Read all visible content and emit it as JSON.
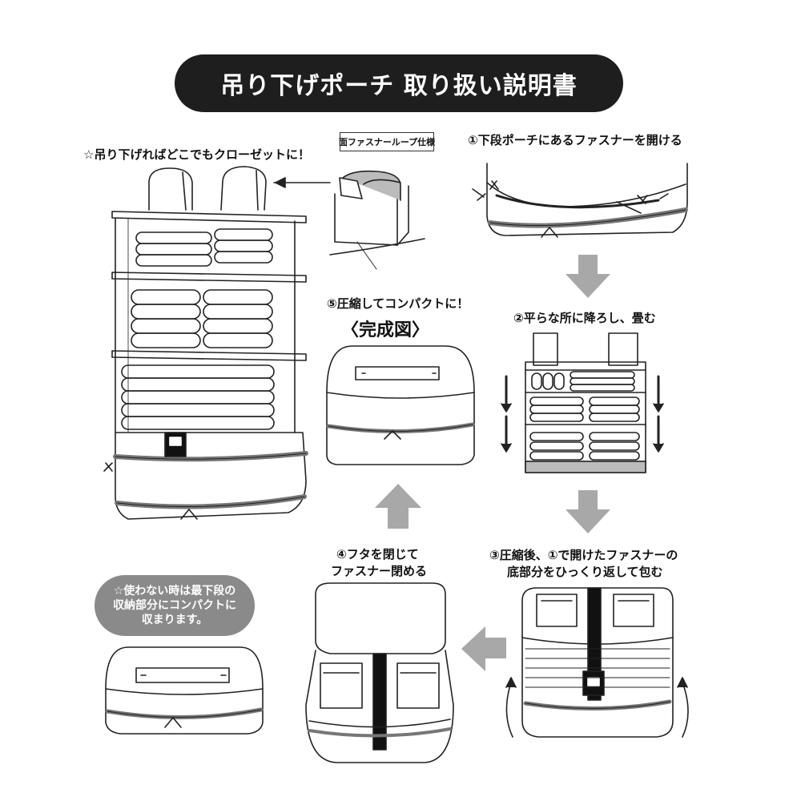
{
  "title": "吊り下げポーチ 取り扱い説明書",
  "intro_caption": "☆吊り下げればどこでもクローゼットに！",
  "tag_label": "面ファスナーループ仕様",
  "steps": [
    {
      "label": "①下段ポーチにあるファスナーを開ける"
    },
    {
      "label": "②平らな所に降ろし、畳む"
    },
    {
      "label_line1": "③圧縮後、①で開けたファスナーの",
      "label_line2": "底部分をひっくり返して包む"
    },
    {
      "label_line1": "④フタを閉じて",
      "label_line2": "ファスナー閉める"
    },
    {
      "label": "⑤圧縮してコンパクトに！"
    }
  ],
  "complete_label": "〈完成図〉",
  "note": {
    "line1": "☆使わない時は最下段の",
    "line2": "収納部分にコンパクトに",
    "line3": "収まります。"
  },
  "colors": {
    "title_bg": "#1e1e1e",
    "arrow_gray": "#a8a8a8",
    "note_bg": "#8a8a8a",
    "line": "#222222"
  }
}
